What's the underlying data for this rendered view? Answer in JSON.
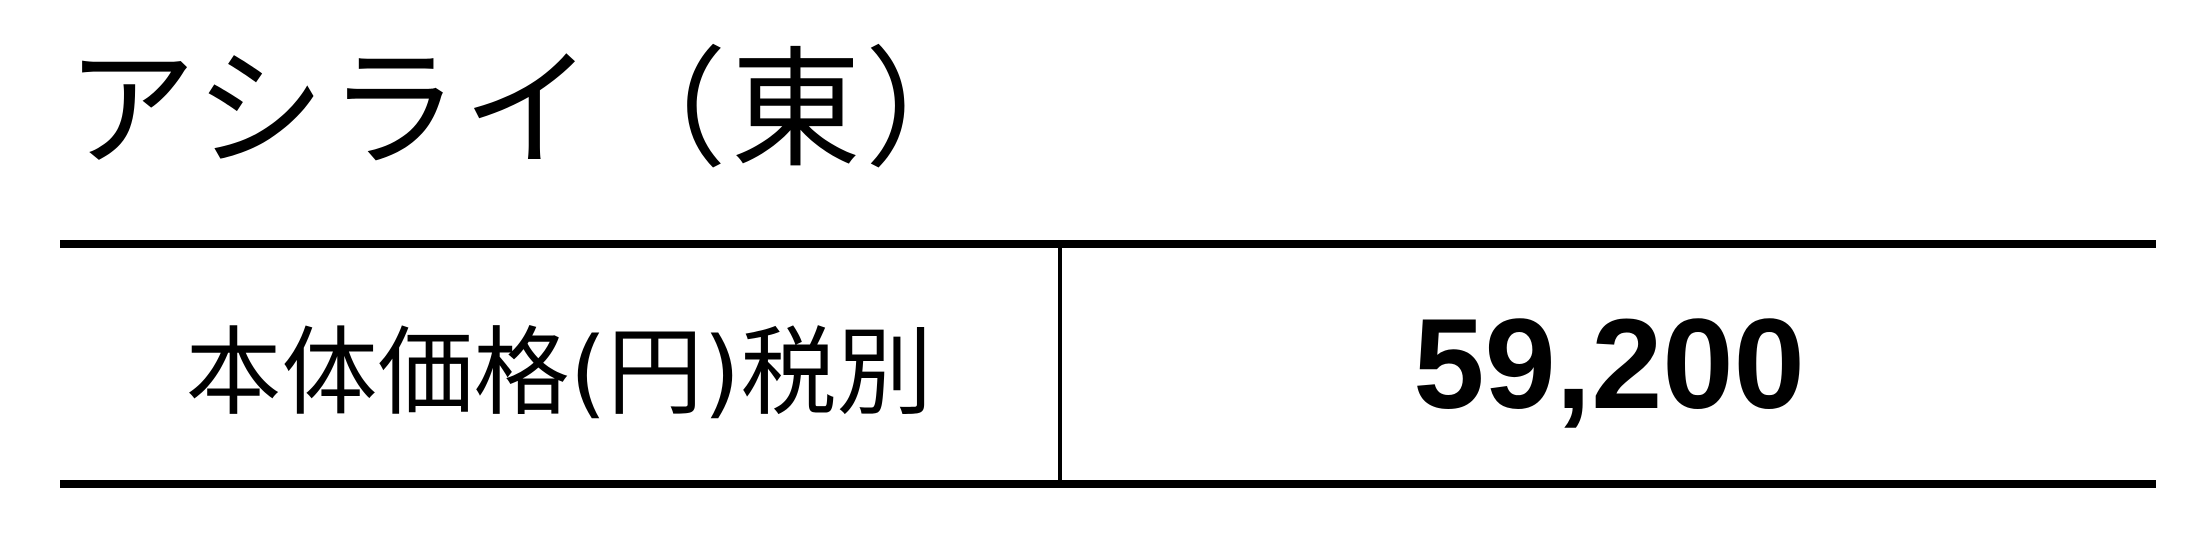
{
  "product": {
    "title": "アシライ（東）"
  },
  "price_table": {
    "label": "本体価格(円)税別",
    "value": "59,200"
  }
}
